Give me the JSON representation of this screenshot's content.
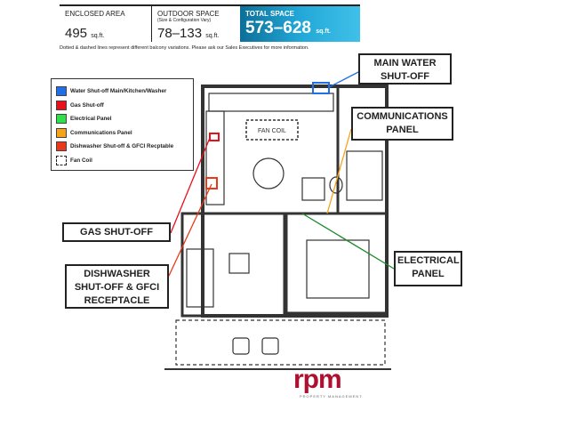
{
  "summary": {
    "enclosed": {
      "label": "ENCLOSED AREA",
      "value": "495",
      "unit": "sq.ft."
    },
    "outdoor": {
      "label": "OUTDOOR SPACE",
      "sublabel": "(Size & Configuration Vary)",
      "value": "78–133",
      "unit": "sq.ft."
    },
    "total": {
      "label": "TOTAL SPACE",
      "value": "573–628",
      "unit": "sq.ft."
    },
    "note": "Dotted & dashed lines represent different balcony variations. Please ask our Sales Executives for more information."
  },
  "legend": [
    {
      "label": "Water Shut-off Main/Kitchen/Washer",
      "color": "#1e6fe8"
    },
    {
      "label": "Gas Shut-off",
      "color": "#e8101a"
    },
    {
      "label": "Electrical Panel",
      "color": "#2ee04a"
    },
    {
      "label": "Communications Panel",
      "color": "#f7a318"
    },
    {
      "label": "Dishwasher Shut-off & GFCI Recptable",
      "color": "#e83a1a"
    },
    {
      "label": "Fan Coil",
      "color": "dashed"
    }
  ],
  "callouts": {
    "water": "MAIN WATER SHUT-OFF",
    "comms": "COMMUNICATIONS PANEL",
    "gas": "GAS SHUT-OFF",
    "dishwasher": "DISHWASHER SHUT-OFF & GFCI RECEPTACLE",
    "electrical": "ELECTRICAL PANEL"
  },
  "plan": {
    "fan_coil": "FAN COIL"
  },
  "brand": {
    "logo": "rpm",
    "tagline": "PROPERTY MANAGEMENT"
  }
}
